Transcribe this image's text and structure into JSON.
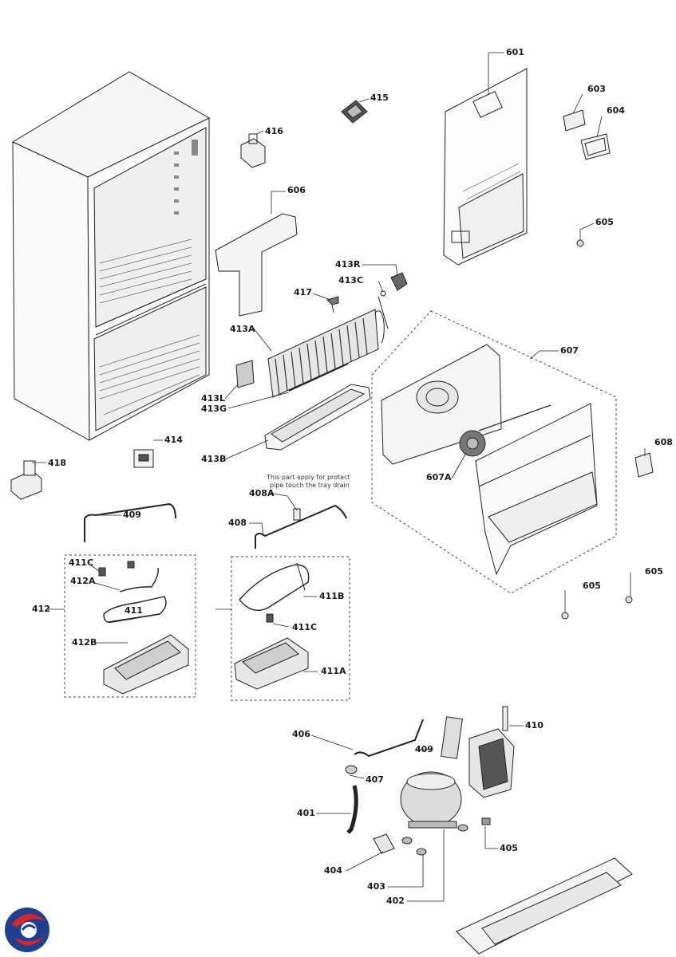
{
  "labels": {
    "l601": "601",
    "l603": "603",
    "l604": "604",
    "l605a": "605",
    "l415": "415",
    "l416": "416",
    "l606": "606",
    "l413R": "413R",
    "l413C": "413C",
    "l417": "417",
    "l413A": "413A",
    "l413L": "413L",
    "l413G": "413G",
    "l413B": "413B",
    "l607": "607",
    "l607A": "607A",
    "l608": "608",
    "l414": "414",
    "l418": "418",
    "l409a": "409",
    "l408A": "408A",
    "l408": "408",
    "l605b": "605",
    "l605c": "605",
    "l411C_left": "411C",
    "l412A": "412A",
    "l411": "411",
    "l412B": "412B",
    "l412": "412",
    "l411B": "411B",
    "l411C_right": "411C",
    "l411A": "411A",
    "l406": "406",
    "l409b": "409",
    "l407": "407",
    "l410": "410",
    "l401": "401",
    "l405": "405",
    "l404": "404",
    "l403": "403",
    "l402": "402"
  },
  "note": {
    "line1": "This part apply for protect",
    "line2": "pipe touch the tray drain"
  },
  "logo": {
    "colors": [
      "#1f3f8f",
      "#d6262c"
    ]
  }
}
